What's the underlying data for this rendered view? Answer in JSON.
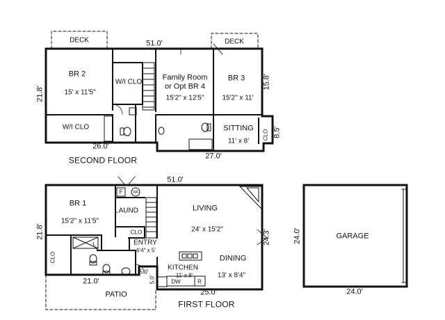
{
  "floors": {
    "second": "SECOND FLOOR",
    "first": "FIRST FLOOR"
  },
  "rooms": {
    "deck_left": "DECK",
    "deck_right": "DECK",
    "br2": {
      "name": "BR 2",
      "size": "15' x 11'5\""
    },
    "wi_clo_top": "W/I CLO",
    "wi_clo_left": "W/I CLO",
    "family": {
      "name_line1": "Family Room",
      "name_line2": "or Opt BR 4",
      "size": "15'2\" x 12'5\""
    },
    "br3": {
      "name": "BR 3",
      "size": "15'2\" x 11'"
    },
    "sitting": {
      "name": "SITTING",
      "size": "11' x 8'"
    },
    "clo_right": "CLO",
    "br1": {
      "name": "BR 1",
      "size": "15'2\" x 11'5\""
    },
    "laund": "LAUND",
    "clo_mid": "CLO",
    "entry": {
      "name": "ENTRY",
      "size": "6'4\" x 5'"
    },
    "living": {
      "name": "LIVING",
      "size": "24' x 15'2\""
    },
    "kitchen": {
      "name": "KITCHEN",
      "size": "11' x 8'"
    },
    "dining": {
      "name": "DINING",
      "size": "13' x 8'4\""
    },
    "clo_left": "CLO",
    "patio": "PATIO",
    "garage": "GARAGE",
    "appliance_f": "F",
    "appliance_dw": "DW",
    "appliance_r": "R",
    "appliance_wa": "WA"
  },
  "dimensions": {
    "second_top": "51.0'",
    "second_left": "21.8'",
    "second_right_upper": "15.8'",
    "second_right_lower": "8.5'",
    "second_bottom_left": "26.0'",
    "second_bottom_right": "27.0'",
    "first_top": "51.0'",
    "first_left": "21.8'",
    "first_right": "24.3'",
    "first_bottom_left": "21.0'",
    "first_bottom_right": "25.0'",
    "entry_width": "5.0'",
    "entry_depth": "5.0'",
    "garage_side": "24.0'",
    "garage_bottom": "24.0'"
  }
}
